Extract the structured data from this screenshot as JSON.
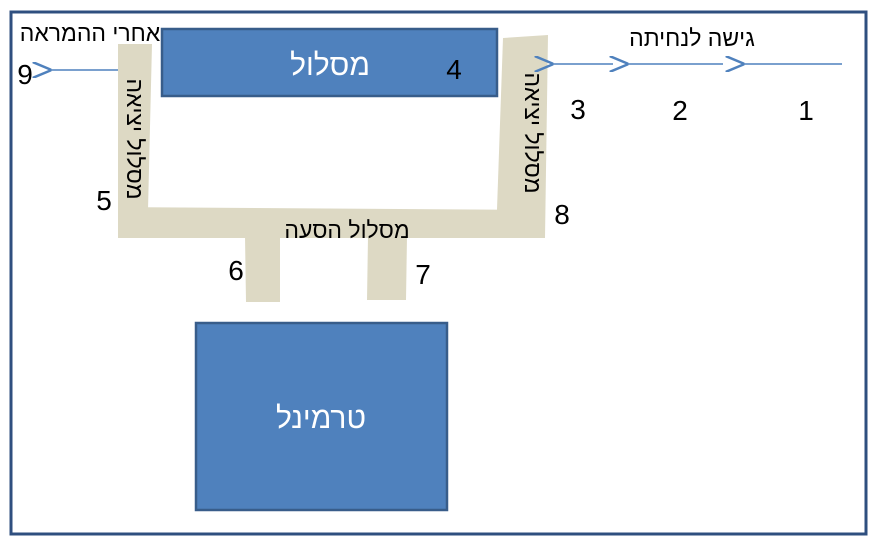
{
  "labels": {
    "approach": "גישה לנחיתה",
    "after_takeoff": "אחרי ההמראה",
    "runway": "מסלול",
    "exit_taxiway": "מסלול יציאה",
    "entry_taxiway": "מסלול יציאה",
    "taxiway": "מסלול הסעה",
    "terminal": "טרמינל"
  },
  "numbers": {
    "n1": "1",
    "n2": "2",
    "n3": "3",
    "n4": "4",
    "n5": "5",
    "n6": "6",
    "n7": "7",
    "n8": "8",
    "n9": "9"
  },
  "colors": {
    "frame": "#2f4f7f",
    "box_fill": "#4f81bd",
    "box_stroke": "#385d8a",
    "taxiway_fill": "#ddd9c4",
    "arrow": "#4f81bd"
  }
}
